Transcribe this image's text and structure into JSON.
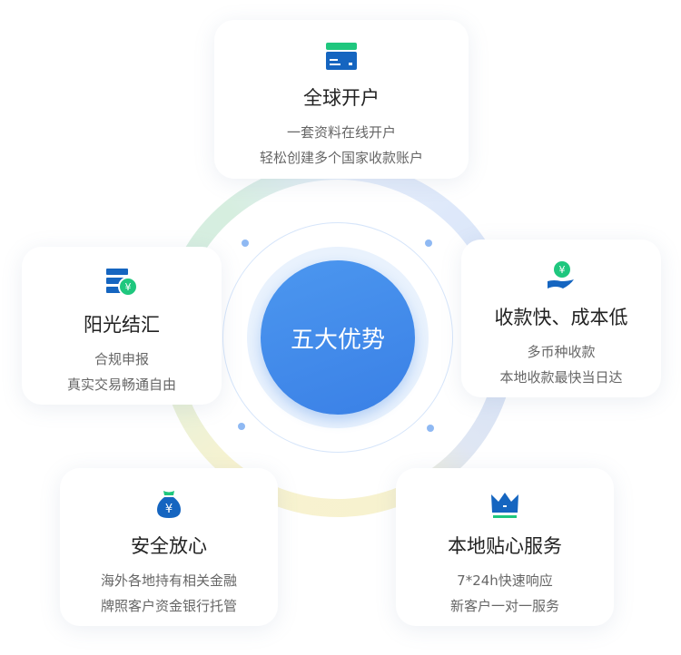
{
  "center": {
    "label": "五大优势"
  },
  "colors": {
    "primary": "#3a80e6",
    "green": "#1fc77e",
    "iconBlue": "#1565c0"
  },
  "cards": [
    {
      "icon": "card-icon",
      "title": "全球开户",
      "lines": [
        "一套资料在线开户",
        "轻松创建多个国家收款账户"
      ]
    },
    {
      "icon": "server-yuan-icon",
      "title": "阳光结汇",
      "lines": [
        "合规申报",
        "真实交易畅通自由"
      ]
    },
    {
      "icon": "hand-yuan-icon",
      "title": "收款快、成本低",
      "lines": [
        "多币种收款",
        "本地收款最快当日达"
      ]
    },
    {
      "icon": "money-bag-icon",
      "title": "安全放心",
      "lines": [
        "海外各地持有相关金融",
        "牌照客户资金银行托管"
      ]
    },
    {
      "icon": "crown-icon",
      "title": "本地贴心服务",
      "lines": [
        "7*24h快速响应",
        "新客户一对一服务"
      ]
    }
  ]
}
